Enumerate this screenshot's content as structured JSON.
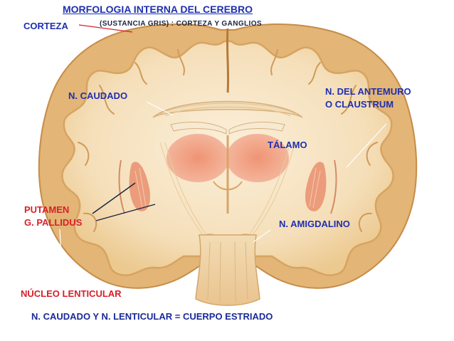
{
  "diagram": {
    "title": "MORFOLOGIA INTERNA DEL CEREBRO",
    "subtitle": "(SUSTANCIA GRIS) : CORTEZA Y GANGLIOS",
    "footer": "N. CAUDADO Y N. LENTICULAR = CUERPO ESTRIADO",
    "labels": {
      "corteza": "CORTEZA",
      "caudado": "N. CAUDADO",
      "antemuro_line1": "N. DEL ANTEMURO",
      "antemuro_line2": "O CLAUSTRUM",
      "talamo": "TÁLAMO",
      "putamen": "PUTAMEN",
      "pallidus": "G. PALLIDUS",
      "amigdalino": "N. AMIGDALINO",
      "lenticular": "NÚCLEO LENTICULAR"
    },
    "colors": {
      "title_blue": "#1e2fb0",
      "label_red": "#d8202a",
      "label_navy": "#1a2a9a",
      "cortex_tan": "#e2b473",
      "white_matter": "#f6e4c4",
      "nucleus_pink": "#e89a78"
    }
  }
}
